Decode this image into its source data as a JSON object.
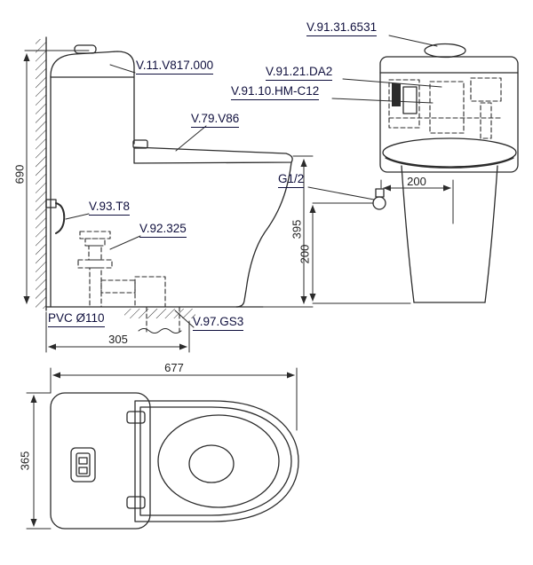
{
  "drawing": {
    "type": "sanitary-ware installation drawing (one-piece toilet, three views)",
    "product_codes": {
      "flush_button": "V.91.31.6531",
      "cistern": "V.11.V817.000",
      "fill_valve": "V.91.21.DA2",
      "flush_valve": "V.91.10.HM-C12",
      "seat_cover": "V.79.V86",
      "supply_hose": "V.93.T8",
      "angle_valve": "V.92.325",
      "drain_pipe": "PVC Ø110",
      "floor_flange": "V.97.GS3",
      "water_inlet": "G1/2"
    },
    "dimensions": {
      "overall_height": "690",
      "rim_height": "395",
      "wall_to_drain": "305",
      "inlet_horizontal_offset": "200",
      "inlet_height": "200",
      "overall_depth": "677",
      "overall_width": "365"
    },
    "colors": {
      "line": "#2b2b2b",
      "label": "#0f0f3d",
      "background": "#ffffff"
    }
  }
}
